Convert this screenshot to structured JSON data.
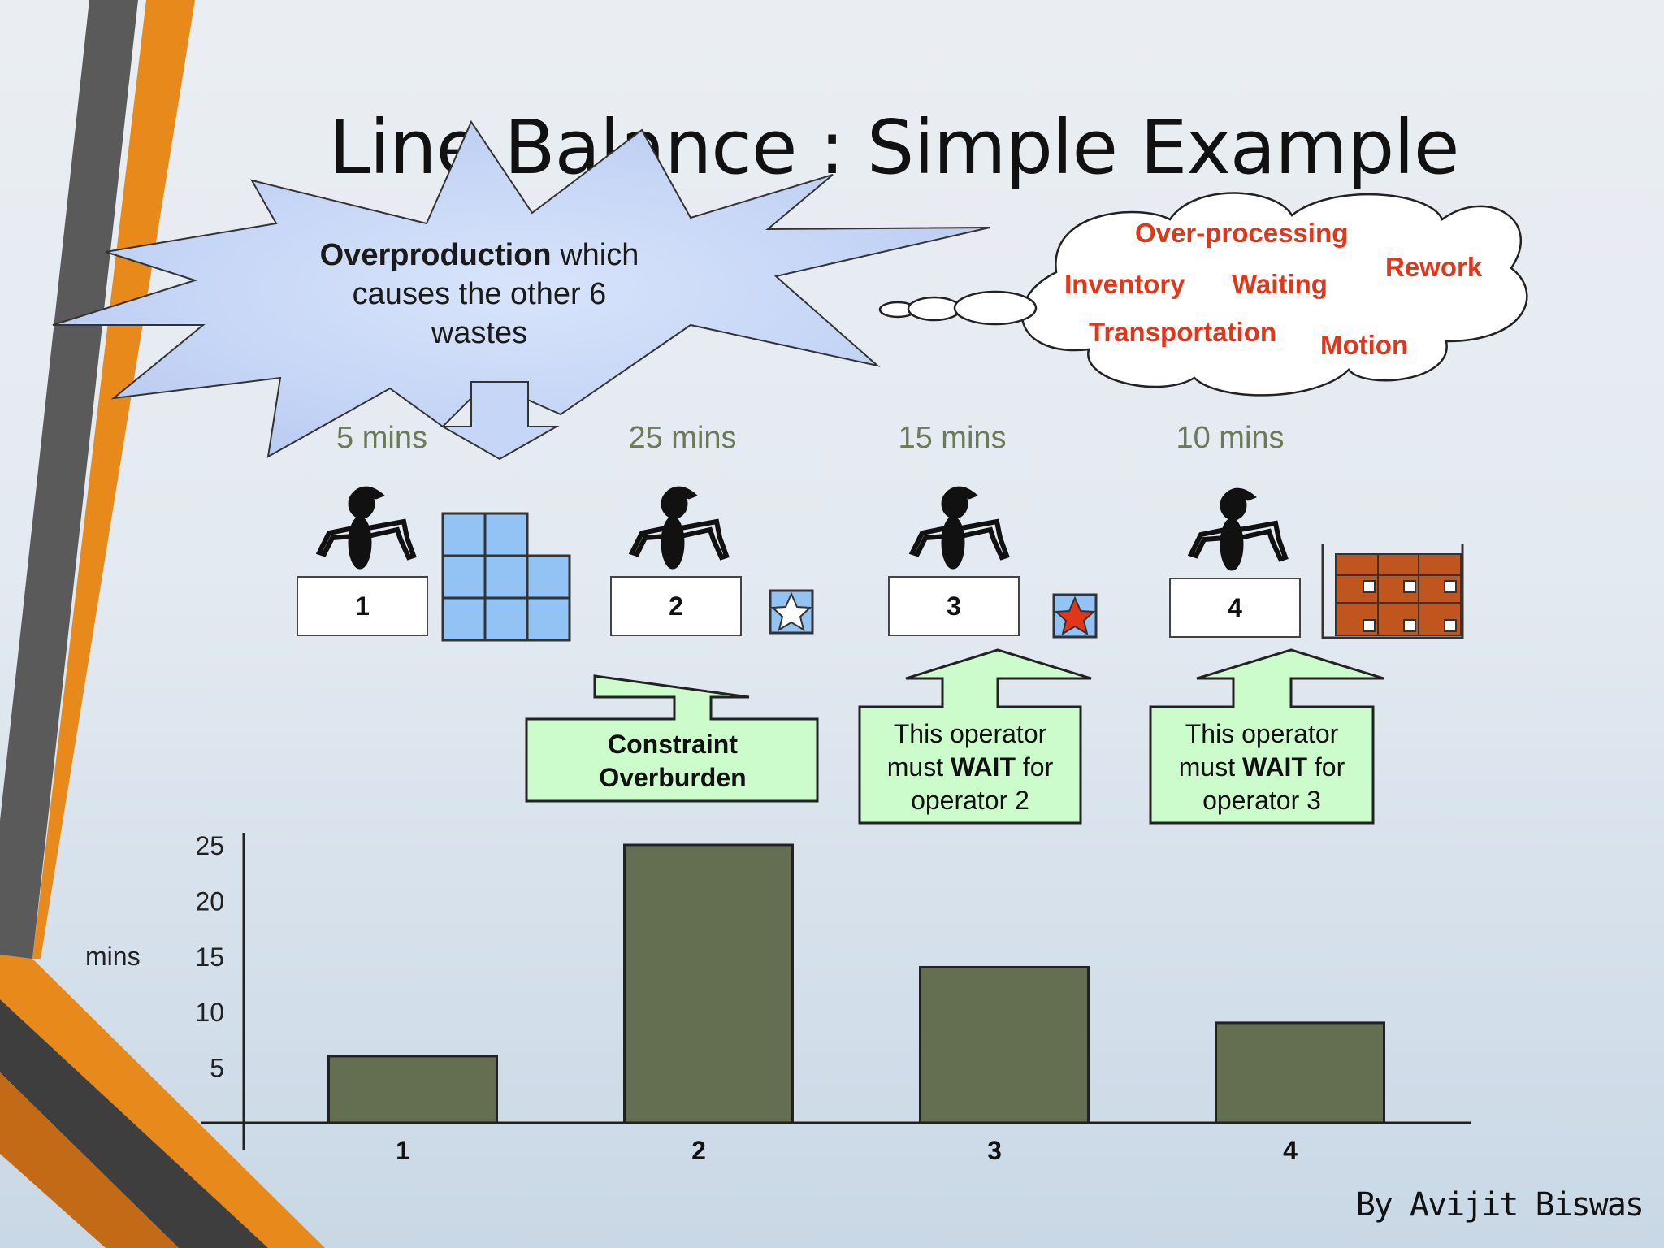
{
  "title": "Line Balance : Simple Example",
  "starburst": {
    "bold": "Overproduction",
    "line1_rest": " which",
    "line2": "causes the other 6",
    "line3": "wastes"
  },
  "cloud_wastes": [
    "Over-processing",
    "Rework",
    "Inventory",
    "Waiting",
    "Transportation",
    "Motion"
  ],
  "stations": [
    {
      "number": "1",
      "time_label": "5 mins"
    },
    {
      "number": "2",
      "time_label": "25 mins"
    },
    {
      "number": "3",
      "time_label": "15 mins"
    },
    {
      "number": "4",
      "time_label": "10 mins"
    }
  ],
  "callouts": {
    "constraint": {
      "line1": "Constraint",
      "line2": "Overburden"
    },
    "wait3": {
      "line1": "This operator",
      "must": "must ",
      "wait": "WAIT",
      "for": " for",
      "line3": "operator 2"
    },
    "wait4": {
      "line1": "This operator",
      "must": "must ",
      "wait": "WAIT",
      "for": " for",
      "line3": "operator 3"
    }
  },
  "colors": {
    "accent_orange": "#e8891c",
    "bar_fill": "#646f52",
    "waste_red": "#e2361b",
    "callout_fill": "#ccfccc",
    "wip_blue": "#92c3f4",
    "finished_brick": "#c0561d"
  },
  "chart_data": {
    "type": "bar",
    "categories": [
      "1",
      "2",
      "3",
      "4"
    ],
    "values": [
      6,
      25,
      14,
      9
    ],
    "ylabel": "mins",
    "yticks": [
      5,
      10,
      15,
      20,
      25
    ],
    "ylim": [
      0,
      25
    ],
    "grid": false
  },
  "credit": "By Avijit Biswas"
}
